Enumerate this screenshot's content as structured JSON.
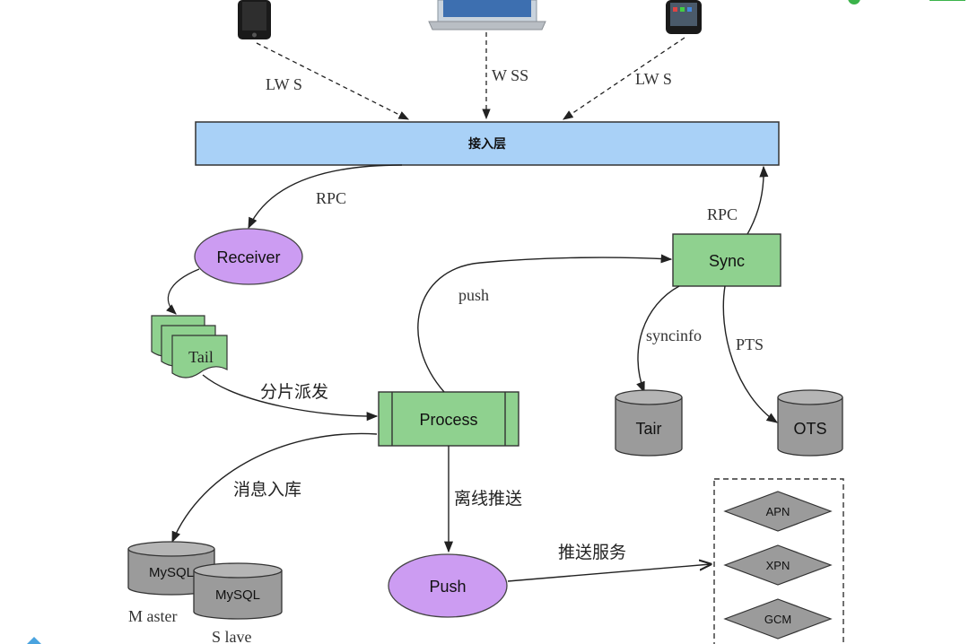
{
  "layer": {
    "label": "接入层"
  },
  "protocols": {
    "left": "LW S",
    "middle": "W SS",
    "right": "LW S"
  },
  "nodes": {
    "receiver": "Receiver",
    "tail": "Tail",
    "process": "Process",
    "sync": "Sync",
    "push": "Push",
    "tair": "Tair",
    "ots": "OTS",
    "mysql_master": "MySQL",
    "mysql_slave": "MySQL",
    "apn": "APN",
    "xpn": "XPN",
    "gcm": "GCM"
  },
  "edges": {
    "rpc_down": "RPC",
    "rpc_up": "RPC",
    "shard": "分片派发",
    "push": "push",
    "syncinfo": "syncinfo",
    "pts": "PTS",
    "store": "消息入库",
    "offline": "离线推送",
    "push_service": "推送服务"
  },
  "db_labels": {
    "master": "M aster",
    "slave": "S lave"
  },
  "colors": {
    "layer_fill": "#a9d1f7",
    "ellipse_fill": "#cc9cf2",
    "box_fill": "#8fd18f",
    "db_fill": "#9b9b9b",
    "diamond_fill": "#9b9b9b"
  }
}
